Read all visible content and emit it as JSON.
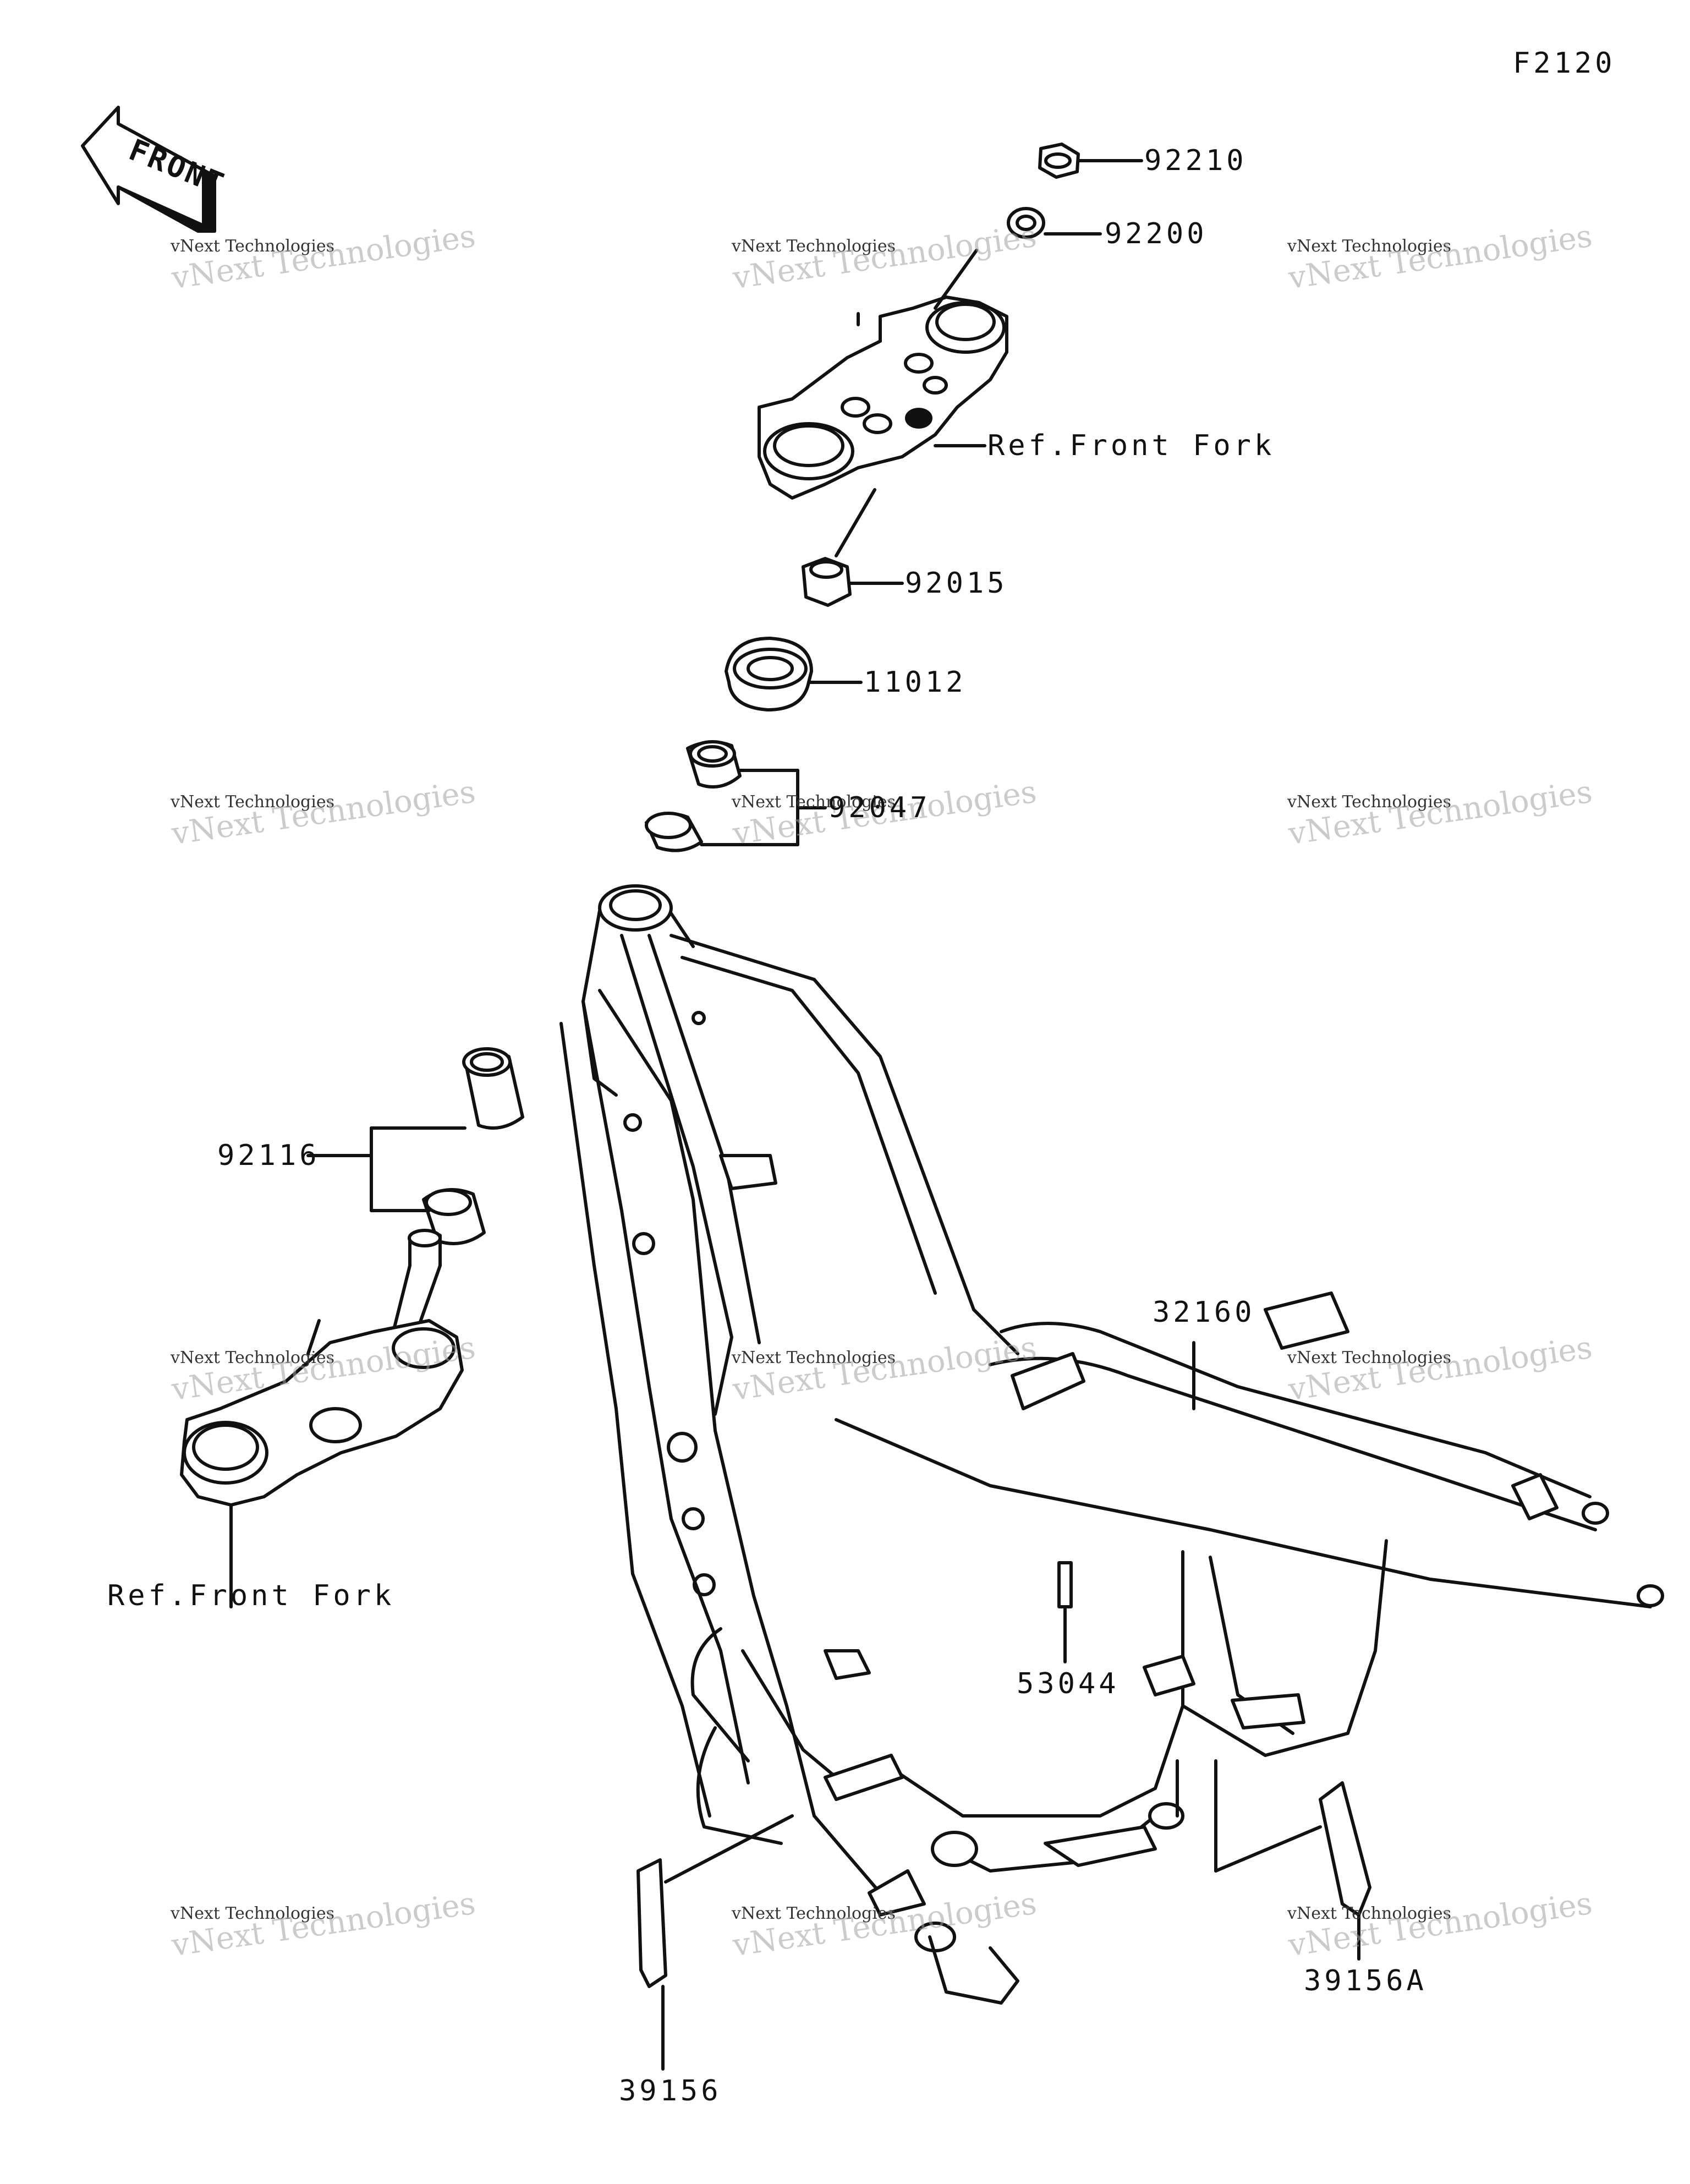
{
  "diagram_id": "F2120",
  "front_label": "FRONT",
  "watermark": {
    "line1": "vNext Technologies",
    "line2": "vNext Technologies"
  },
  "callouts": {
    "c92210": "92210",
    "c92200": "92200",
    "ref_front_fork_top": "Ref.Front Fork",
    "c92015": "92015",
    "c11012": "11012",
    "c92047": "92047",
    "c92116": "92116",
    "ref_front_fork_bottom": "Ref.Front Fork",
    "c32160": "32160",
    "c53044": "53044",
    "c39156": "39156",
    "c39156a": "39156A"
  }
}
